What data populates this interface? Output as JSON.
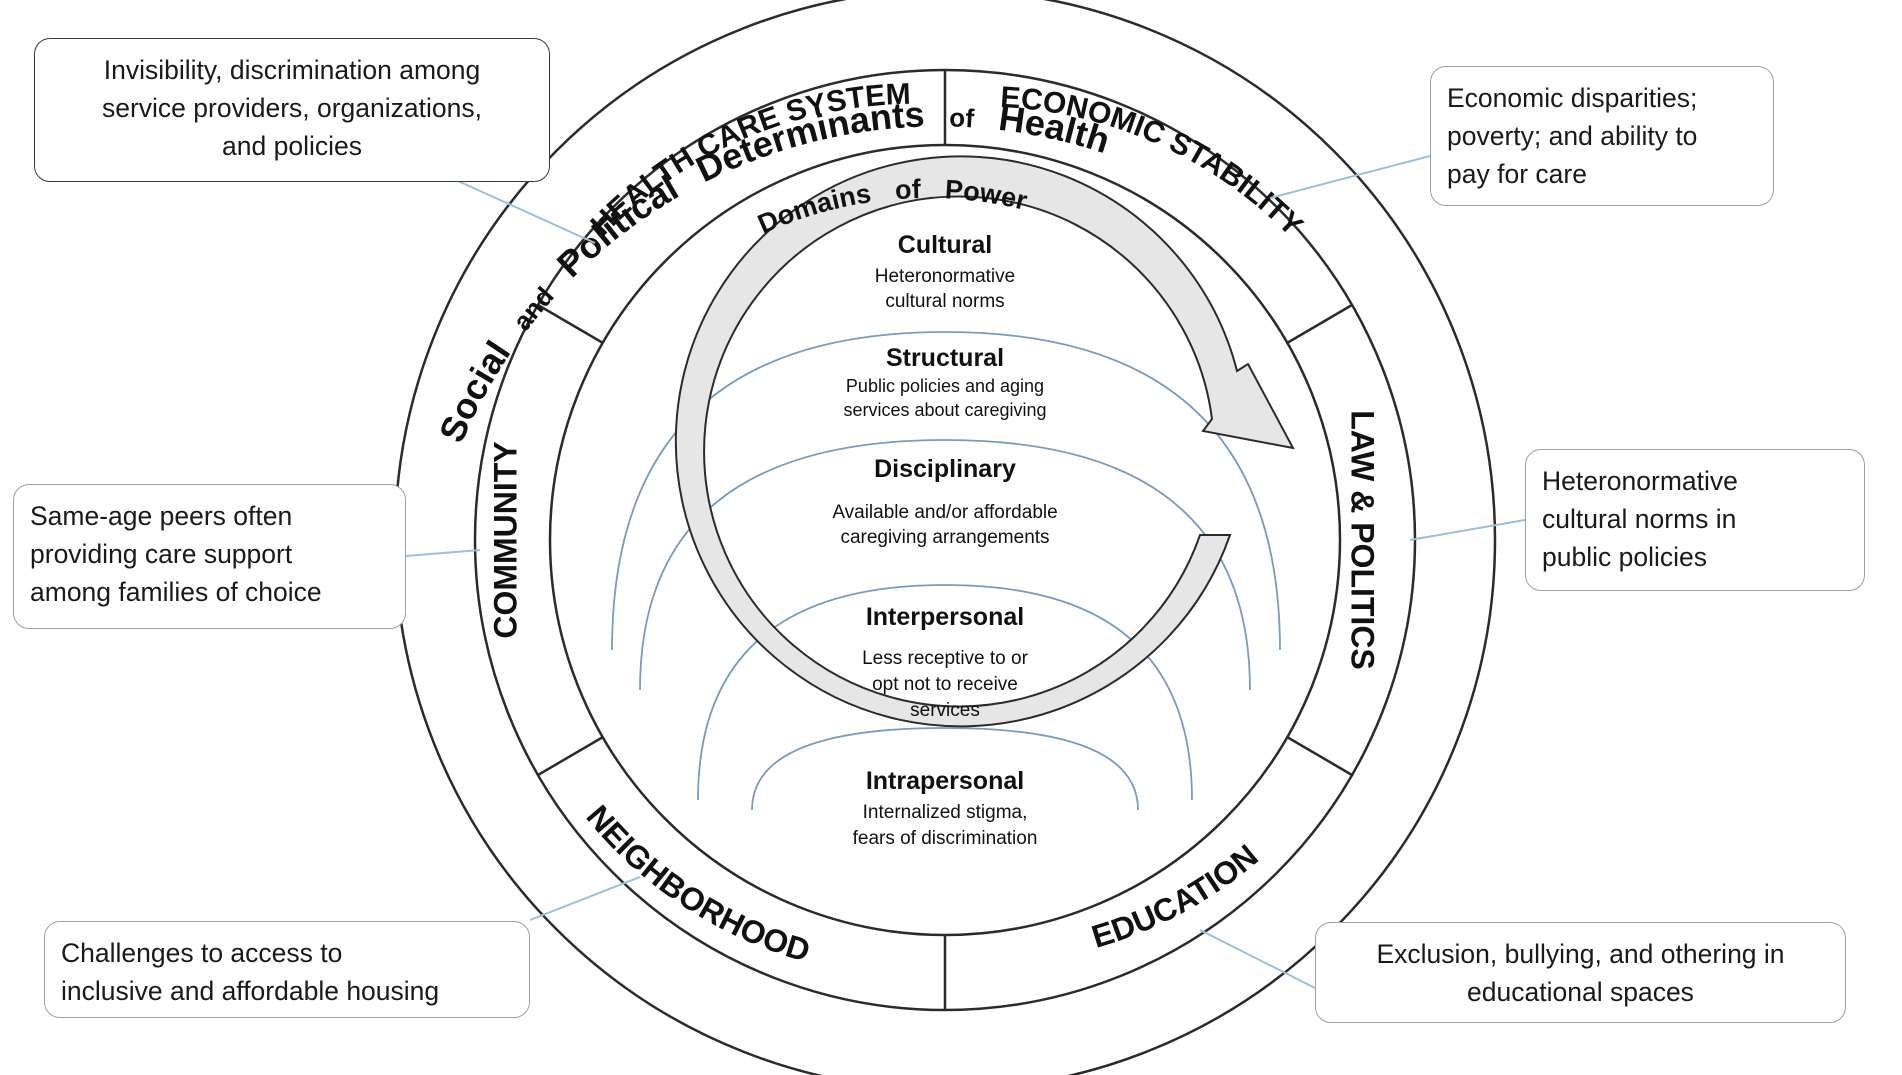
{
  "outer_ring_title": {
    "words": [
      "Social",
      "and",
      "Political",
      "Determinants",
      "of",
      "Health"
    ]
  },
  "sectors": {
    "health_care_system": "HEALTH CARE SYSTEM",
    "economic_stability": "ECONOMIC STABILITY",
    "law_politics": "LAW & POLITICS",
    "education": "EDUCATION",
    "neighborhood": "NEIGHBORHOOD",
    "community": "COMMUNITY"
  },
  "domains_title": {
    "words": [
      "Domains",
      "of",
      "Power"
    ]
  },
  "domains": [
    {
      "name": "Cultural",
      "desc": [
        "Heteronormative",
        "cultural norms"
      ]
    },
    {
      "name": "Structural",
      "desc": [
        "Public policies and aging",
        "services about caregiving"
      ]
    },
    {
      "name": "Disciplinary",
      "desc": [
        "Available and/or affordable",
        "caregiving arrangements"
      ]
    },
    {
      "name": "Interpersonal",
      "desc": [
        "Less receptive to or",
        "opt not to receive",
        "services"
      ]
    },
    {
      "name": "Intrapersonal",
      "desc": [
        "Internalized stigma,",
        "fears of discrimination"
      ]
    }
  ],
  "callouts": {
    "health_care_system": "Invisibility, discrimination among\nservice providers, organizations,\nand policies",
    "economic_stability": "Economic disparities;\npoverty; and ability to\npay for care",
    "law_politics": "Heteronormative\ncultural norms in\npublic policies",
    "community": "Same-age peers often\nproviding care support\namong families of choice",
    "neighborhood": "Challenges to access to\ninclusive and affordable housing",
    "education": "Exclusion, bullying, and othering in\neducational spaces"
  },
  "colors": {
    "ring_stroke": "#2b2b2b",
    "arrow_fill": "#e6e6e6",
    "domain_arc": "#7a9cbd",
    "leader_line": "#9cc0d8",
    "callout_border": "#9aa0a6",
    "text": "#111111"
  }
}
